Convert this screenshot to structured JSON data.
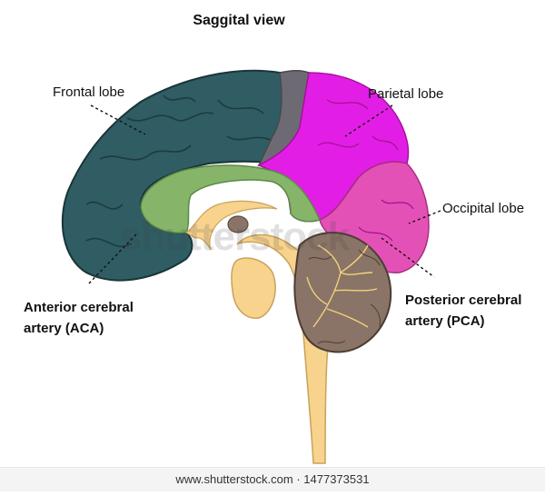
{
  "title": "Saggital view",
  "labels": {
    "frontal": "Frontal lobe",
    "parietal": "Parietal lobe",
    "occipital": "Occipital lobe",
    "aca_line1": "Anterior cerebral",
    "aca_line2": "artery (ACA)",
    "pca_line1": "Posterior cerebral",
    "pca_line2": "artery (PCA)"
  },
  "watermark": "shutterstock",
  "footer": "www.shutterstock.com · 1477373531",
  "colors": {
    "frontal": "#2f5d63",
    "parietal": "#e21ee6",
    "occipital": "#e451b6",
    "gray_strip": "#6e6a74",
    "corpus_callosum": "#86b56a",
    "brainstem": "#f7d38e",
    "cerebellum": "#8a7467"
  }
}
